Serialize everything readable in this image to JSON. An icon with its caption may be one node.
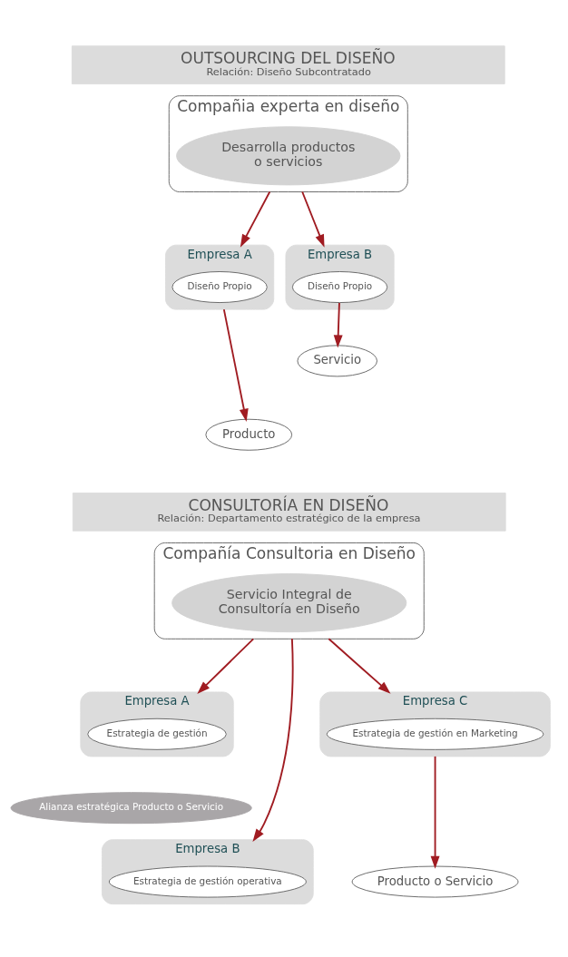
{
  "diagram": {
    "nodes": [
      {
        "text": [
          "OUTSOURCING DEL DISEÑO",
          "Relación: Diseño Subcontratado"
        ]
      },
      {
        "text": [
          "Compañia experta en diseño"
        ]
      },
      {
        "text": [
          "Desarrolla productos o servicios"
        ],
        "in": 1
      },
      {
        "text": [
          "Empresa A"
        ]
      },
      {
        "text": [
          "Diseño Propio"
        ],
        "in": 3
      },
      {
        "text": [
          "Empresa B"
        ]
      },
      {
        "text": [
          "Diseño Propio"
        ],
        "in": 5
      },
      {
        "text": [
          "Producto"
        ]
      },
      {
        "text": [
          "Servicio"
        ]
      },
      {
        "text": [
          "CONSULTORÍA EN DISEÑO",
          "Relación: Departamento estratégico de la empresa"
        ]
      },
      {
        "text": [
          "Compañía Consultoria en Diseño"
        ]
      },
      {
        "text": [
          "Servicio Integral de Consultoría en Diseño"
        ],
        "in": 10
      },
      {
        "text": [
          "Empresa A"
        ]
      },
      {
        "text": [
          "Estrategia de gestión"
        ],
        "in": 12
      },
      {
        "text": [
          "Empresa C"
        ]
      },
      {
        "text": [
          "Estrategia de gestión en Marketing"
        ],
        "in": 14
      },
      {
        "text": [
          "Alianza estratégica Producto o Servicio"
        ]
      },
      {
        "text": [
          "Empresa B"
        ]
      },
      {
        "text": [
          "Estrategia de gestión operativa"
        ],
        "in": 17
      },
      {
        "text": [
          "Producto o Servicio"
        ]
      }
    ],
    "edges": [
      {
        "from": 1,
        "to": 3,
        "arrow": "to"
      },
      {
        "from": 1,
        "to": 5,
        "arrow": "to"
      },
      {
        "from": 3,
        "to": 7,
        "arrow": "to"
      },
      {
        "from": 6,
        "to": 8,
        "arrow": "to"
      },
      {
        "from": 10,
        "to": 12,
        "arrow": "to"
      },
      {
        "from": 10,
        "to": 17,
        "arrow": "to"
      },
      {
        "from": 10,
        "to": 14,
        "arrow": "to"
      },
      {
        "from": 14,
        "to": 19,
        "arrow": "to"
      }
    ]
  }
}
